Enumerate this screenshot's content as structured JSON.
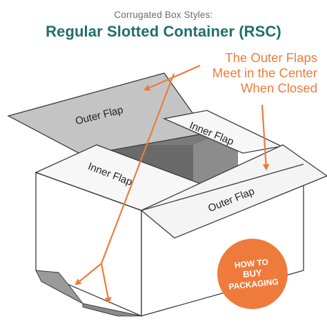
{
  "header": {
    "subtitle": "Corrugated Box Styles:",
    "title": "Regular Slotted Container (RSC)"
  },
  "callout": {
    "lines": [
      "The Outer Flaps",
      "Meet in the Center",
      "When Closed"
    ]
  },
  "flaps": {
    "outer_back": "Outer Flap",
    "inner_back": "Inner Flap",
    "inner_front": "Inner Flap",
    "outer_front": "Outer Flap"
  },
  "badge": {
    "line1": "HOW TO",
    "line2": "BUY",
    "line3": "PACKAGING"
  },
  "colors": {
    "title": "#1f6f6a",
    "accent": "#ee7b3c",
    "flap_gray": "#c4c4c4",
    "box_white": "#ffffff",
    "interior_dark": "#6f6f6f",
    "outline": "#3a3a3a"
  }
}
